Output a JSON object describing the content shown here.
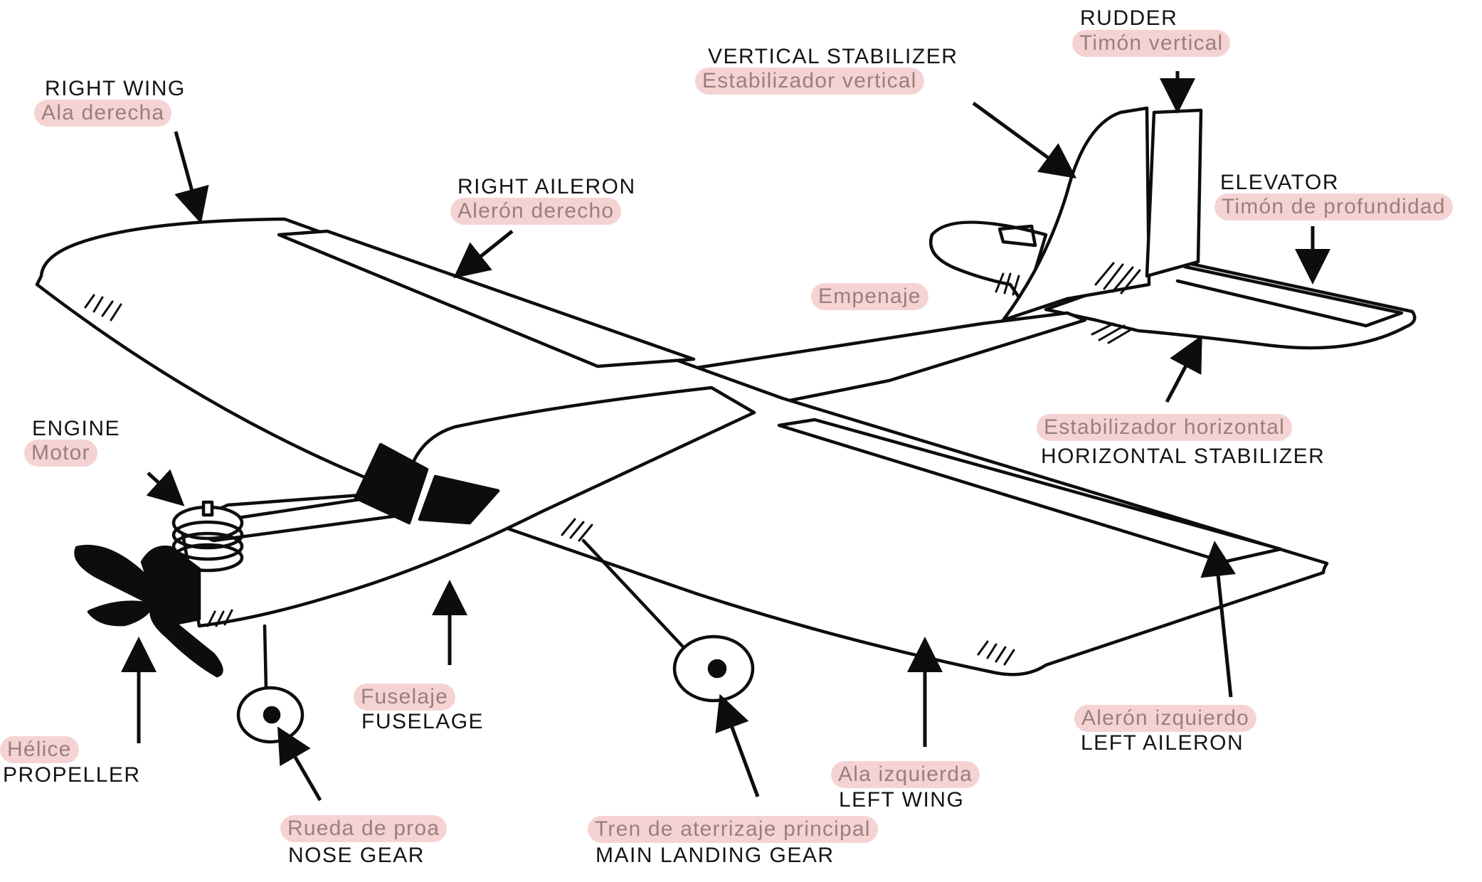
{
  "colors": {
    "ink": "#0d0d0d",
    "label_en": "#141414",
    "label_es": "#9a7f7f",
    "highlight": "#f6d3d3"
  },
  "labels": {
    "right_wing": {
      "en": "RIGHT WING",
      "es": "Ala derecha"
    },
    "right_aileron": {
      "en": "RIGHT AILERON",
      "es": "Alerón derecho"
    },
    "vertical_stab": {
      "en": "VERTICAL STABILIZER",
      "es": "Estabilizador vertical"
    },
    "rudder": {
      "en": "RUDDER",
      "es": "Timón vertical"
    },
    "elevator": {
      "en": "ELEVATOR",
      "es": "Timón de profundidad"
    },
    "empennage": {
      "es": "Empenaje"
    },
    "horizontal_stab": {
      "en": "HORIZONTAL STABILIZER",
      "es": "Estabilizador horizontal"
    },
    "engine": {
      "en": "ENGINE",
      "es": "Motor"
    },
    "propeller": {
      "en": "PROPELLER",
      "es": "Hélice"
    },
    "fuselage": {
      "en": "FUSELAGE",
      "es": "Fuselaje"
    },
    "nose_gear": {
      "en": "NOSE GEAR",
      "es": "Rueda de proa"
    },
    "main_gear": {
      "en": "MAIN LANDING GEAR",
      "es": "Tren de aterrizaje principal"
    },
    "left_wing": {
      "en": "LEFT WING",
      "es": "Ala izquierda"
    },
    "left_aileron": {
      "en": "LEFT AILERON",
      "es": "Alerón izquierdo"
    }
  }
}
